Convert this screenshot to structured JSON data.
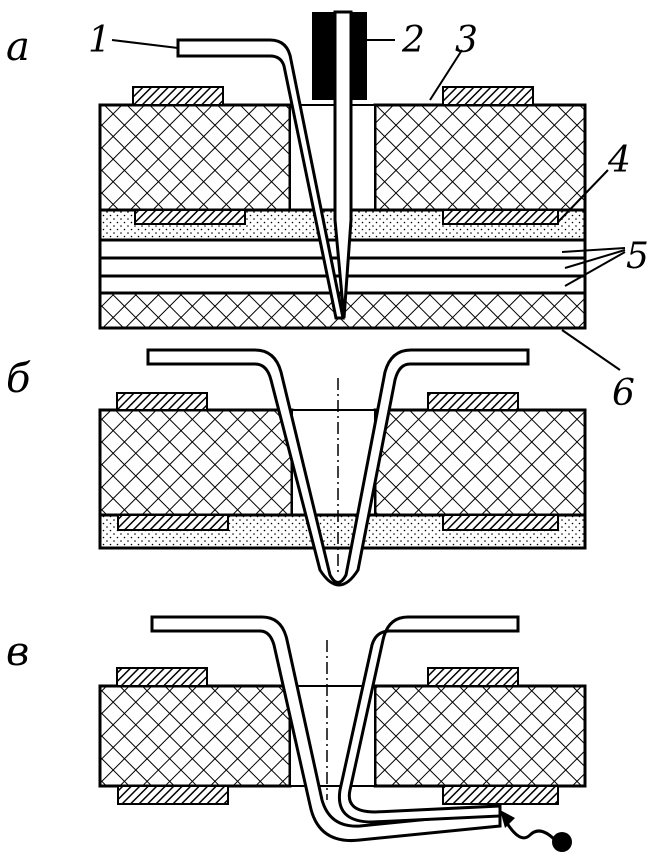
{
  "panels": {
    "a": {
      "label": "а"
    },
    "b": {
      "label": "б"
    },
    "c": {
      "label": "в"
    }
  },
  "callouts": {
    "n1": "1",
    "n2": "2",
    "n3": "3",
    "n4": "4",
    "n5": "5",
    "n6": "6"
  },
  "colors": {
    "ink": "#000000",
    "paper": "#ffffff"
  }
}
